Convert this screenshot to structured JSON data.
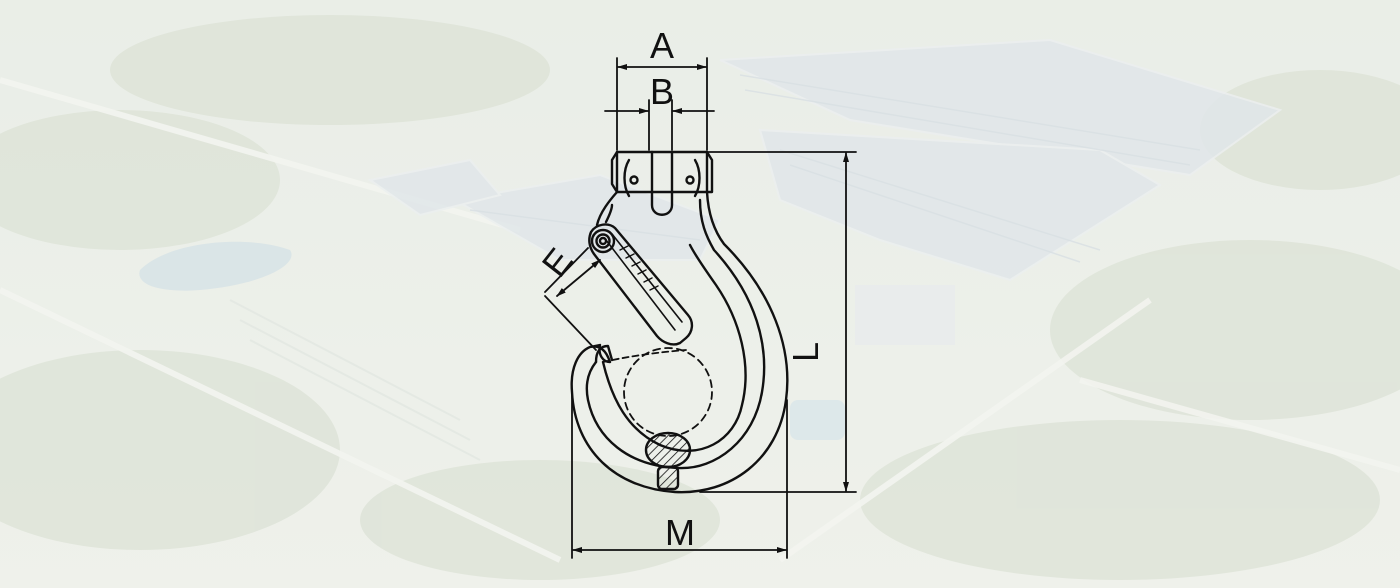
{
  "diagram": {
    "dimension_labels": {
      "A": "A",
      "B": "B",
      "E": "E",
      "L": "L",
      "M": "M"
    }
  }
}
